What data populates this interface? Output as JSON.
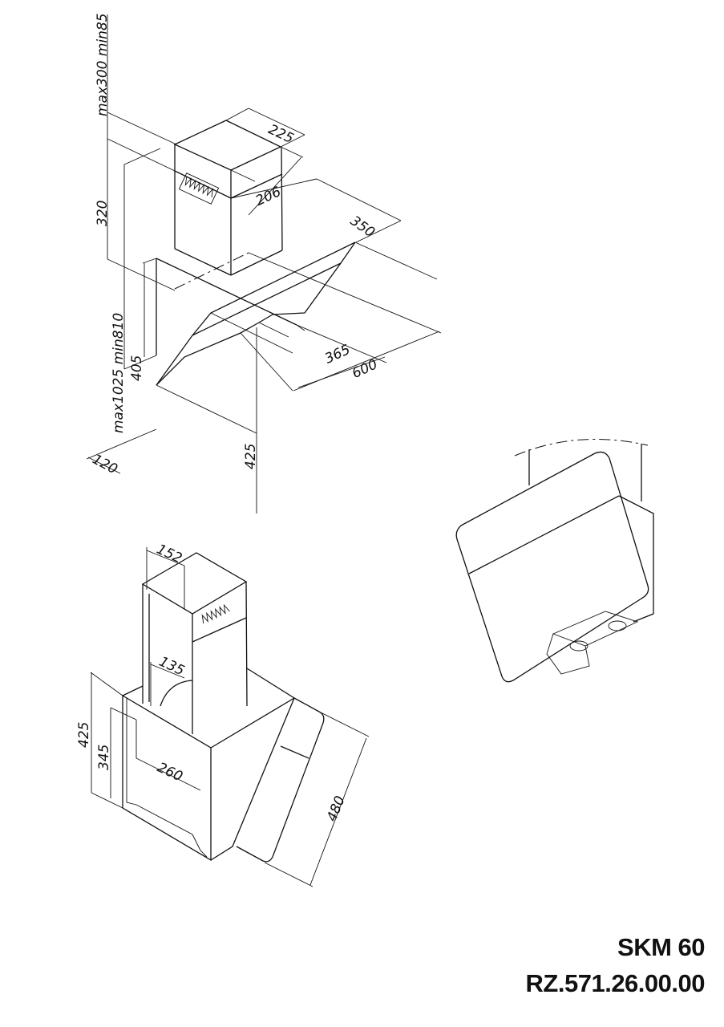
{
  "view_top": {
    "dimensions": {
      "chimney_adjust": "max300  min85",
      "chimney_height": "320",
      "total_height": "max1025  min810",
      "body_height": "405",
      "wall_offset": "120",
      "glass_drop": "425",
      "chimney_width": "225",
      "chimney_depth": "206",
      "hood_depth": "350",
      "inner_width": "365",
      "hood_width": "600"
    }
  },
  "view_bottom": {
    "dimensions": {
      "chimney_top_width": "152",
      "chimney_inner_width": "135",
      "panel_height": "425",
      "mount_height": "345",
      "mount_width": "260",
      "glass_length": "480"
    }
  },
  "title_block": {
    "model": "SKM 60",
    "code": "RZ.571.26.00.00"
  }
}
